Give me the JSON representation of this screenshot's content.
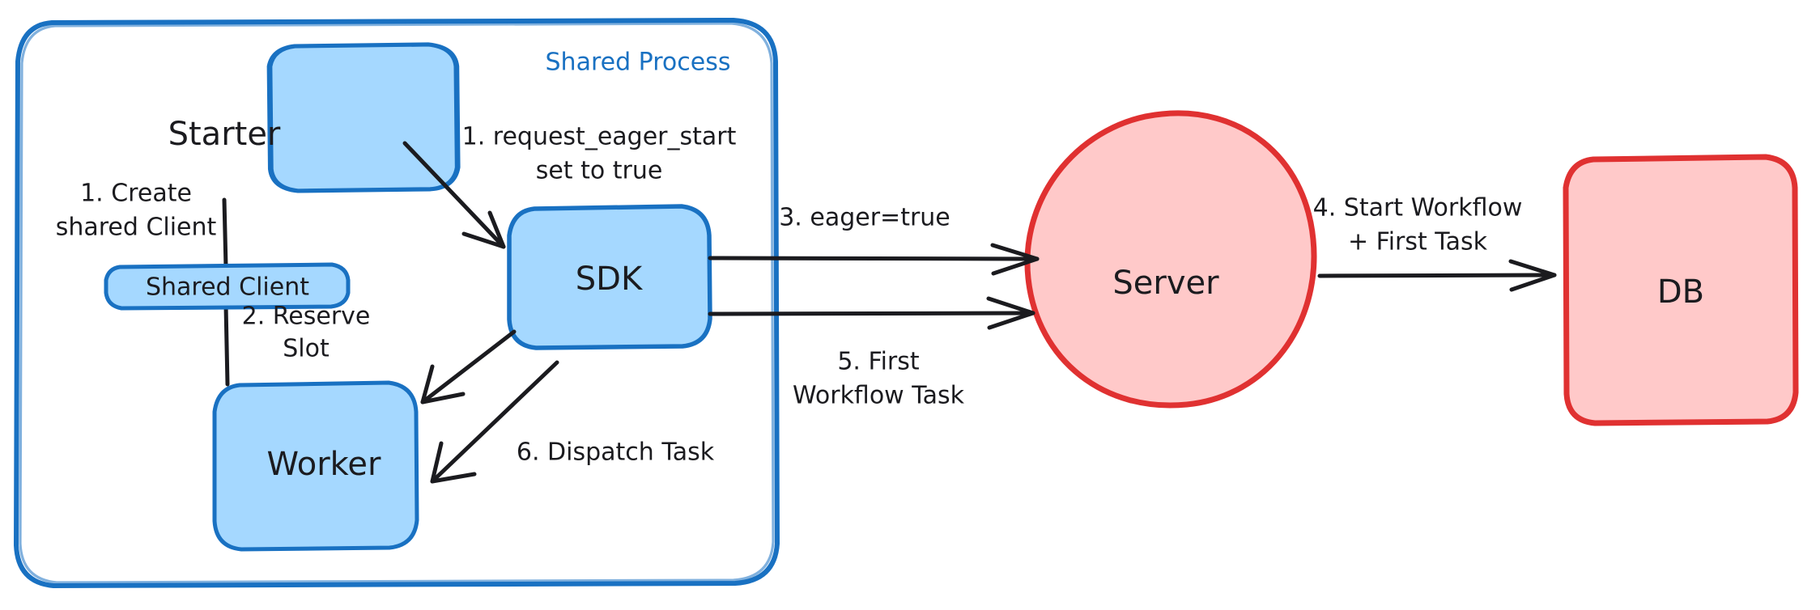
{
  "diagram": {
    "title": "Eager Workflow Start Sequence",
    "type": "flow-diagram",
    "background": "#ffffff",
    "colors": {
      "blue_stroke": "#1971c2",
      "blue_fill": "#a5d8ff",
      "red_stroke": "#e03131",
      "red_fill": "#ffc9c9",
      "text": "#1b1b1f",
      "arrow": "#1b1b1f"
    },
    "groups": [
      {
        "id": "shared-process",
        "title": "Shared Process",
        "title_color": "#1971c2",
        "stroke": "#1971c2",
        "fill": "none"
      }
    ],
    "nodes": [
      {
        "id": "starter",
        "label": "Starter",
        "shape": "rounded-rect",
        "fill": "#a5d8ff",
        "stroke": "#1971c2"
      },
      {
        "id": "shared-client",
        "label": "Shared Client",
        "shape": "rounded-rect",
        "fill": "#a5d8ff",
        "stroke": "#1971c2"
      },
      {
        "id": "worker",
        "label": "Worker",
        "shape": "rounded-rect",
        "fill": "#a5d8ff",
        "stroke": "#1971c2"
      },
      {
        "id": "sdk",
        "label": "SDK",
        "shape": "rounded-rect",
        "fill": "#a5d8ff",
        "stroke": "#1971c2"
      },
      {
        "id": "server",
        "label": "Server",
        "shape": "ellipse",
        "fill": "#ffc9c9",
        "stroke": "#e03131"
      },
      {
        "id": "db",
        "label": "DB",
        "shape": "rounded-rect",
        "fill": "#ffc9c9",
        "stroke": "#e03131"
      }
    ],
    "edges": [
      {
        "id": "e-create-client",
        "from": "starter",
        "to": "shared-client",
        "label": "",
        "arrow": false
      },
      {
        "id": "e-client-worker",
        "from": "shared-client",
        "to": "worker",
        "label": "",
        "arrow": false
      },
      {
        "id": "e-starter-sdk",
        "from": "starter",
        "to": "sdk",
        "label_lines": [
          "1. request_eager_start",
          "set to true"
        ],
        "arrow": true
      },
      {
        "id": "e-sdk-worker-reserve",
        "from": "sdk",
        "to": "worker",
        "label_lines": [
          "2. Reserve",
          "Slot"
        ],
        "arrow": true
      },
      {
        "id": "e-sdk-server-eager",
        "from": "sdk",
        "to": "server",
        "label_lines": [
          "3. eager=true"
        ],
        "arrow": true
      },
      {
        "id": "e-server-db",
        "from": "server",
        "to": "db",
        "label_lines": [
          "4. Start Workflow",
          "+ First Task"
        ],
        "arrow": true
      },
      {
        "id": "e-server-sdk-task",
        "from": "server",
        "to": "sdk",
        "label_lines": [
          "5. First",
          "Workflow Task"
        ],
        "arrow": true
      },
      {
        "id": "e-sdk-worker-dispatch",
        "from": "sdk",
        "to": "worker",
        "label_lines": [
          "6. Dispatch Task"
        ],
        "arrow": true
      }
    ],
    "labels": {
      "group_shared_process": "Shared Process",
      "node_starter": "Starter",
      "node_shared_client": "Shared Client",
      "node_worker": "Worker",
      "node_sdk": "SDK",
      "node_server": "Server",
      "node_db": "DB",
      "edge_create_line1": "1. Create",
      "edge_create_line2": "shared Client",
      "edge_eager_line1": "1. request_eager_start",
      "edge_eager_line2": "set to true",
      "edge_reserve_line1": "2. Reserve",
      "edge_reserve_line2": "Slot",
      "edge_eager_true": "3. eager=true",
      "edge_start_wf_line1": "4. Start Workflow",
      "edge_start_wf_line2": "+ First Task",
      "edge_first_task_line1": "5. First",
      "edge_first_task_line2": "Workflow Task",
      "edge_dispatch": "6. Dispatch Task"
    }
  }
}
